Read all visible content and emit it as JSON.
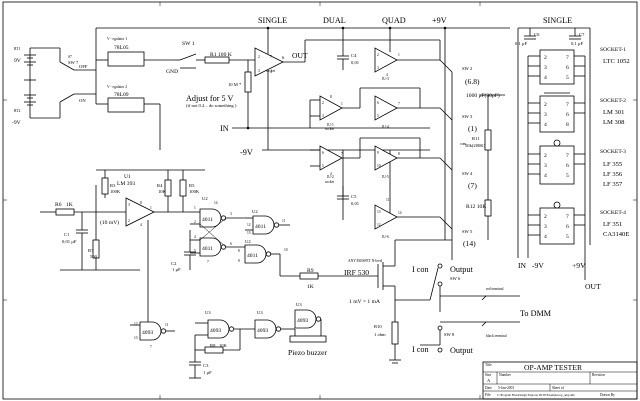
{
  "header": {
    "single": "SINGLE",
    "dual": "DUAL",
    "quad": "QUAD",
    "plus9v": "+9V",
    "single_right": "SINGLE"
  },
  "power": {
    "bt1": "BT1",
    "bt1_v": "9V",
    "bt2": "BT2",
    "bt2_v": "-9V",
    "s7": "S7",
    "sw7": "SW 7",
    "off": "OFF",
    "on": "ON",
    "ic_reg1": "V - egulator 1",
    "reg1": "78L05",
    "ic_reg2": "V - egulator 2",
    "reg2": "78L09",
    "sw1": "SW 1",
    "gnd": "GND",
    "r1": "R1",
    "r1_val": "100 K",
    "r_10m": "10 M *",
    "adjust": "Adjust for 5 V",
    "adjust_note": "(if not 0.2... do something )",
    "in": "IN",
    "minus9v": "-9V"
  },
  "opamps": {
    "out": "OUT",
    "sw2": "SW 2",
    "sw2_pos": "(6.8)",
    "sw3": "SW 3",
    "sw3_pos": "(1)",
    "sw4": "SW 4",
    "sw4_pos": "(7)",
    "sw5": "SW 5",
    "sw5_pos": "(14)",
    "c4": "C4",
    "c4_val": "0,01",
    "c5": "C5",
    "c5_val": "0,01",
    "cap_1000": "1000 pF(30pF)",
    "r11": "R11",
    "r11_val": "50k(200K)",
    "r12": "R12 10K",
    "com": "com",
    "pin_labels": [
      "2",
      "3",
      "4",
      "6",
      "7",
      "8",
      "1",
      "5"
    ],
    "u_labels": [
      "IU-1",
      "IU-2",
      "IU-3",
      "IU-4",
      "IU-5",
      "IU-6",
      "IU-7"
    ],
    "socket_word": "socket"
  },
  "sockets": {
    "c6": "C6",
    "c6_val": "0,1 µF",
    "c7": "C7",
    "c7_val": "0,1 µF",
    "s1": "SOCKET-1",
    "s1_part": "LTC 1052",
    "s2": "SOCKET-2",
    "s2_parts": [
      "LM 301",
      "LM 308"
    ],
    "s3": "SOCKET-3",
    "s3_parts": [
      "LF 355",
      "LF 356",
      "LF 357"
    ],
    "s4": "SOCKET-4",
    "s4_parts": [
      "LF 351",
      "CA3140E"
    ],
    "in": "IN",
    "minus9v": "-9V",
    "plus9v": "+9V",
    "out": "OUT"
  },
  "logic": {
    "u1": "U1",
    "u1_part": "LM 393",
    "r3": "R3",
    "r3_val": "100K",
    "r4": "R4",
    "r4_val": "10K",
    "r5": "R5",
    "r5_val": "100K",
    "r6": "R6",
    "r6_val": "1K",
    "r7": "R7",
    "r7_val": "500",
    "c1": "C1",
    "c1_val": "0,01 µF",
    "c2": "C2",
    "c2_val": "1 µF",
    "ten_mv": "(10 mV)",
    "u2": "U2",
    "ic4011": "4011",
    "ic4093": "4093",
    "u3": "U3",
    "r8": "R8",
    "r8_val": "10K",
    "c3": "C3",
    "c3_val": "1 µF",
    "piezo": "Piezo buzzer",
    "mosfet_note": "ANY MOSFET N-level",
    "irf": "IRF 530",
    "r9": "R9",
    "r9_val": "1K",
    "mv_ma": "1 mV = 1 mA",
    "r10": "R10",
    "r10_val": "1 ohm",
    "icon1": "I con",
    "output1": "Output",
    "sw6": "SW 6",
    "icon2": "I con",
    "output2": "Output",
    "sw8": "SW 8",
    "red_terminal": "red terminal",
    "black_terminal": "black terminal",
    "to_dmm": "To DMM",
    "pin_nums": [
      "1",
      "2",
      "3",
      "4",
      "5",
      "6",
      "7",
      "8",
      "9",
      "10",
      "11",
      "12",
      "13",
      "14"
    ]
  },
  "titleblock": {
    "title_label": "Title",
    "title": "OP-AMP TESTER",
    "size_label": "Size",
    "size_val": "A",
    "number_label": "Number",
    "revision_label": "Revision",
    "date_label": "Date",
    "date_val": "5-Jan-2001",
    "sheet_label": "Sheet of",
    "file_label": "File",
    "file_val": "C:\\Program Files\\Design Explorer 99 SE\\Examples\\op_amp.ddb",
    "drawn_label": "Drawn By"
  }
}
